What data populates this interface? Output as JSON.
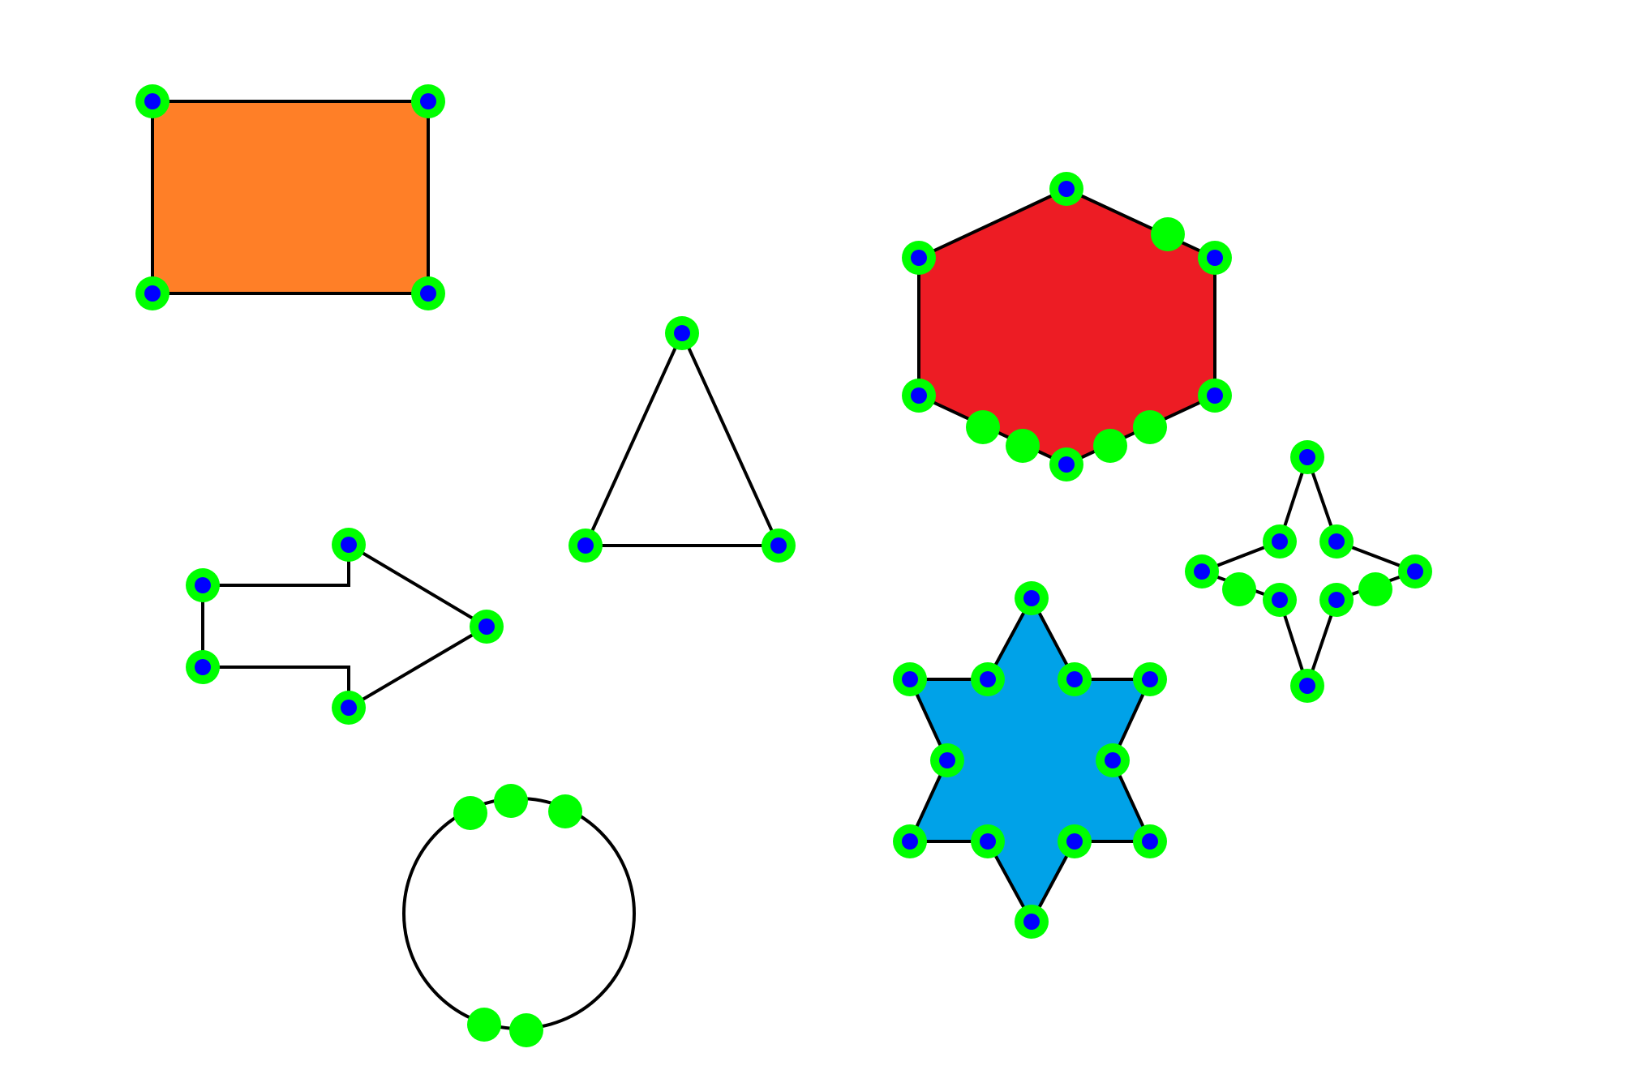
{
  "colors": {
    "background": "#ffffff",
    "outline": "#000000",
    "rectangle_fill": "#ff7f27",
    "hexagon_fill": "#ed1c24",
    "star_fill": "#00a2e8",
    "marker_ring": "#00ff00",
    "marker_center": "#0000ff"
  },
  "shapes": [
    {
      "name": "rectangle",
      "kind": "polygon",
      "filled": true,
      "fill_key": "rectangle_fill"
    },
    {
      "name": "hexagon",
      "kind": "polygon",
      "filled": true,
      "fill_key": "hexagon_fill"
    },
    {
      "name": "triangle",
      "kind": "polygon",
      "filled": false
    },
    {
      "name": "arrow",
      "kind": "polygon",
      "filled": false
    },
    {
      "name": "star-of-david",
      "kind": "polygon",
      "filled": true,
      "fill_key": "star_fill"
    },
    {
      "name": "four-point-star",
      "kind": "polygon",
      "filled": false
    },
    {
      "name": "circle",
      "kind": "circle",
      "filled": false
    }
  ],
  "markers": {
    "vertex_style": "green ring with blue center",
    "extra_style": "solid green dot"
  }
}
